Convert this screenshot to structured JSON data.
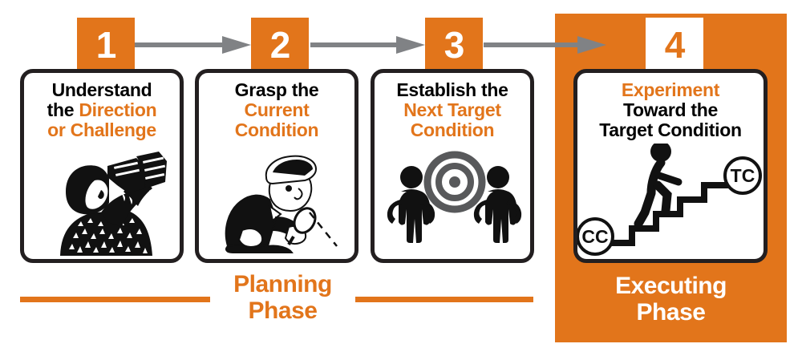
{
  "palette": {
    "orange": "#e2751b",
    "black": "#231f20",
    "arrow_gray": "#808285",
    "target_gray": "#58595b",
    "white": "#ffffff"
  },
  "steps": [
    {
      "number": "1",
      "title_line1_black": "Understand",
      "title_line2_black": "the ",
      "title_line2_orange": "Direction",
      "title_line3_orange": "or Challenge",
      "art": "person-with-binoculars"
    },
    {
      "number": "2",
      "title_line1_black": "Grasp the",
      "title_line2_orange": "Current",
      "title_line3_orange": "Condition",
      "art": "detective-with-magnifying-glass"
    },
    {
      "number": "3",
      "title_line1_black": "Establish the",
      "title_line2_orange": "Next Target",
      "title_line3_orange": "Condition",
      "art": "two-people-with-bullseye-target"
    },
    {
      "number": "4",
      "title_line1_orange": "Experiment",
      "title_line2_black": "Toward the",
      "title_line3_black": "Target Condition",
      "art": "person-climbing-stairs",
      "art_labels": {
        "start": "CC",
        "end": "TC"
      }
    }
  ],
  "arrows": [
    {
      "from": "1",
      "to": "2",
      "icon": "right-arrow-icon"
    },
    {
      "from": "2",
      "to": "3",
      "icon": "right-arrow-icon"
    },
    {
      "from": "3",
      "to": "4",
      "icon": "right-arrow-icon"
    }
  ],
  "phases": [
    {
      "id": "planning",
      "line1": "Planning",
      "line2": "Phase"
    },
    {
      "id": "executing",
      "line1": "Executing",
      "line2": "Phase"
    }
  ]
}
